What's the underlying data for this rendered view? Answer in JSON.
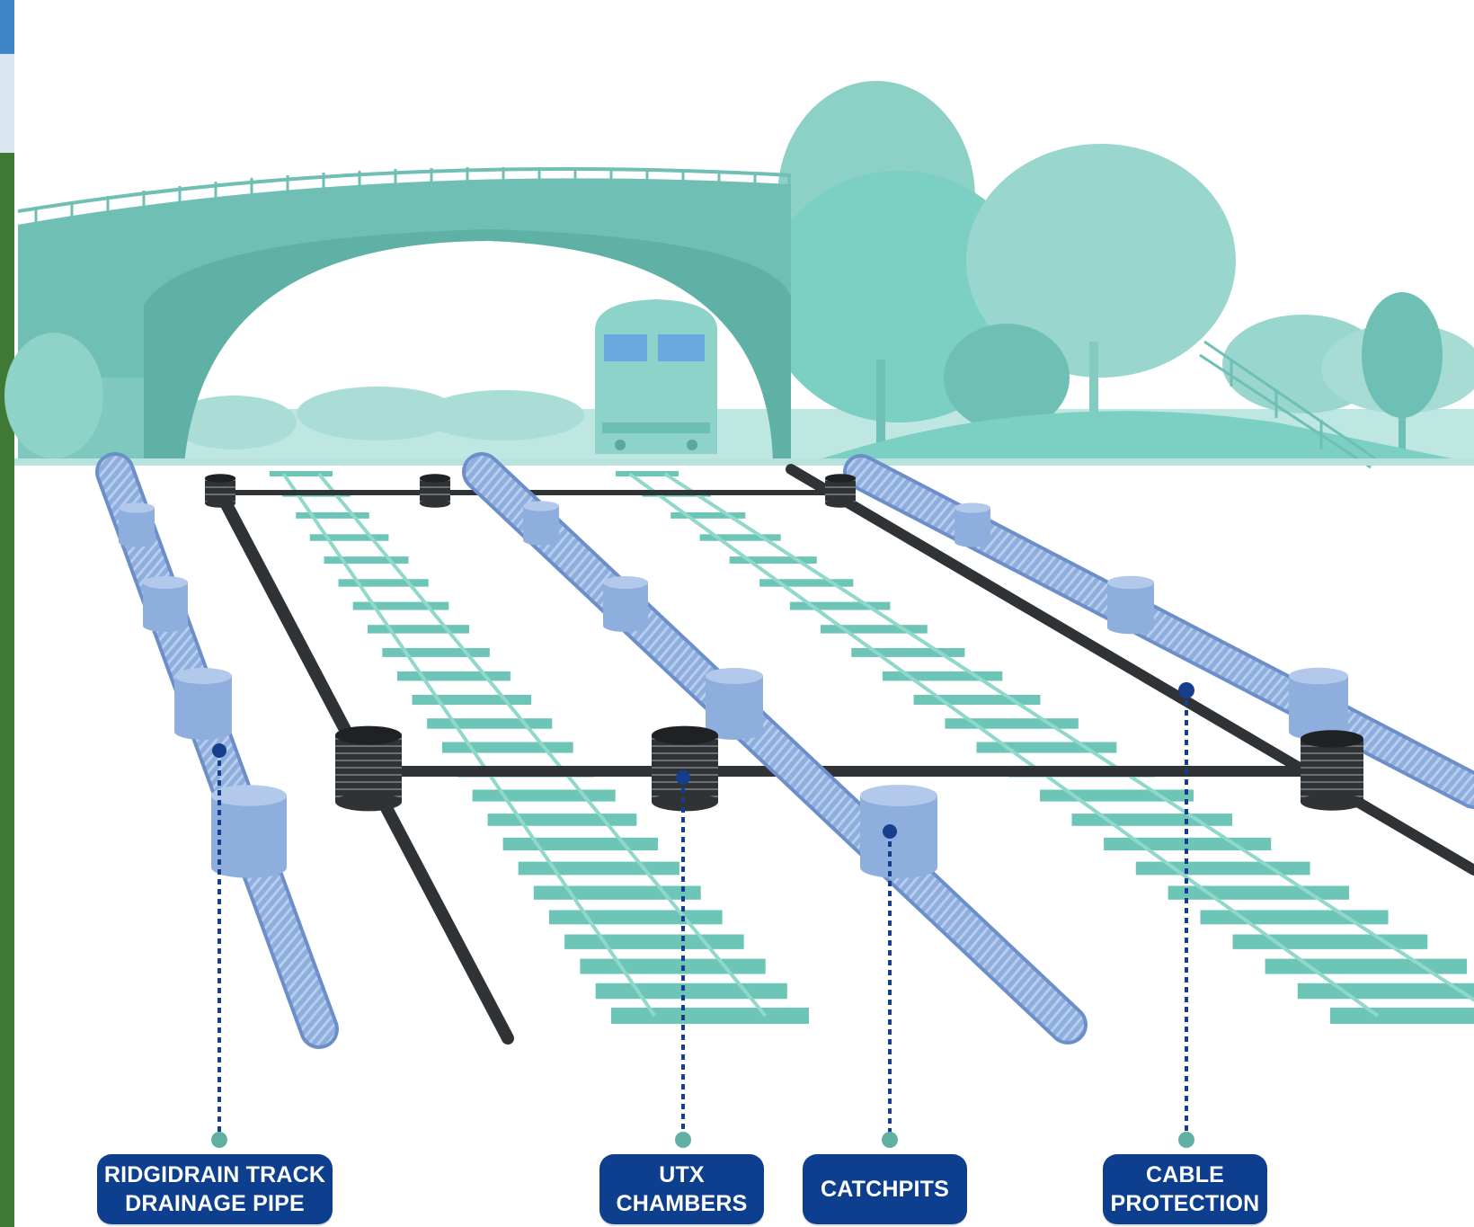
{
  "colors": {
    "sky": "#ffffff",
    "scenery": "#7ccfc3",
    "scenery_dark": "#5fb7ac",
    "bridge": "#6fbfb4",
    "track_sleeper": "#6cc5b6",
    "pipe_blue": "#8eaedd",
    "pipe_blue_dark": "#6c8fca",
    "cable_dark": "#2f3336",
    "callout_fill": "#0d3f8e",
    "callout_text": "#ffffff",
    "leader_line": "#163e8c",
    "leader_end_dot": "#5fb0a2"
  },
  "callouts": [
    {
      "id": "ridgidrain",
      "line1": "RIDGIDRAIN TRACK",
      "line2": "DRAINAGE PIPE"
    },
    {
      "id": "utx",
      "line1": "UTX",
      "line2": "CHAMBERS"
    },
    {
      "id": "catchpits",
      "line1": "CATCHPITS",
      "line2": ""
    },
    {
      "id": "cable",
      "line1": "CABLE",
      "line2": "PROTECTION"
    }
  ],
  "illustration": {
    "elements": [
      "bridge-icon",
      "train-icon",
      "trees-icon",
      "railway-track-icon",
      "drainage-pipe-icon",
      "catchpit-icon",
      "utx-chamber-icon",
      "cable-duct-icon"
    ]
  }
}
